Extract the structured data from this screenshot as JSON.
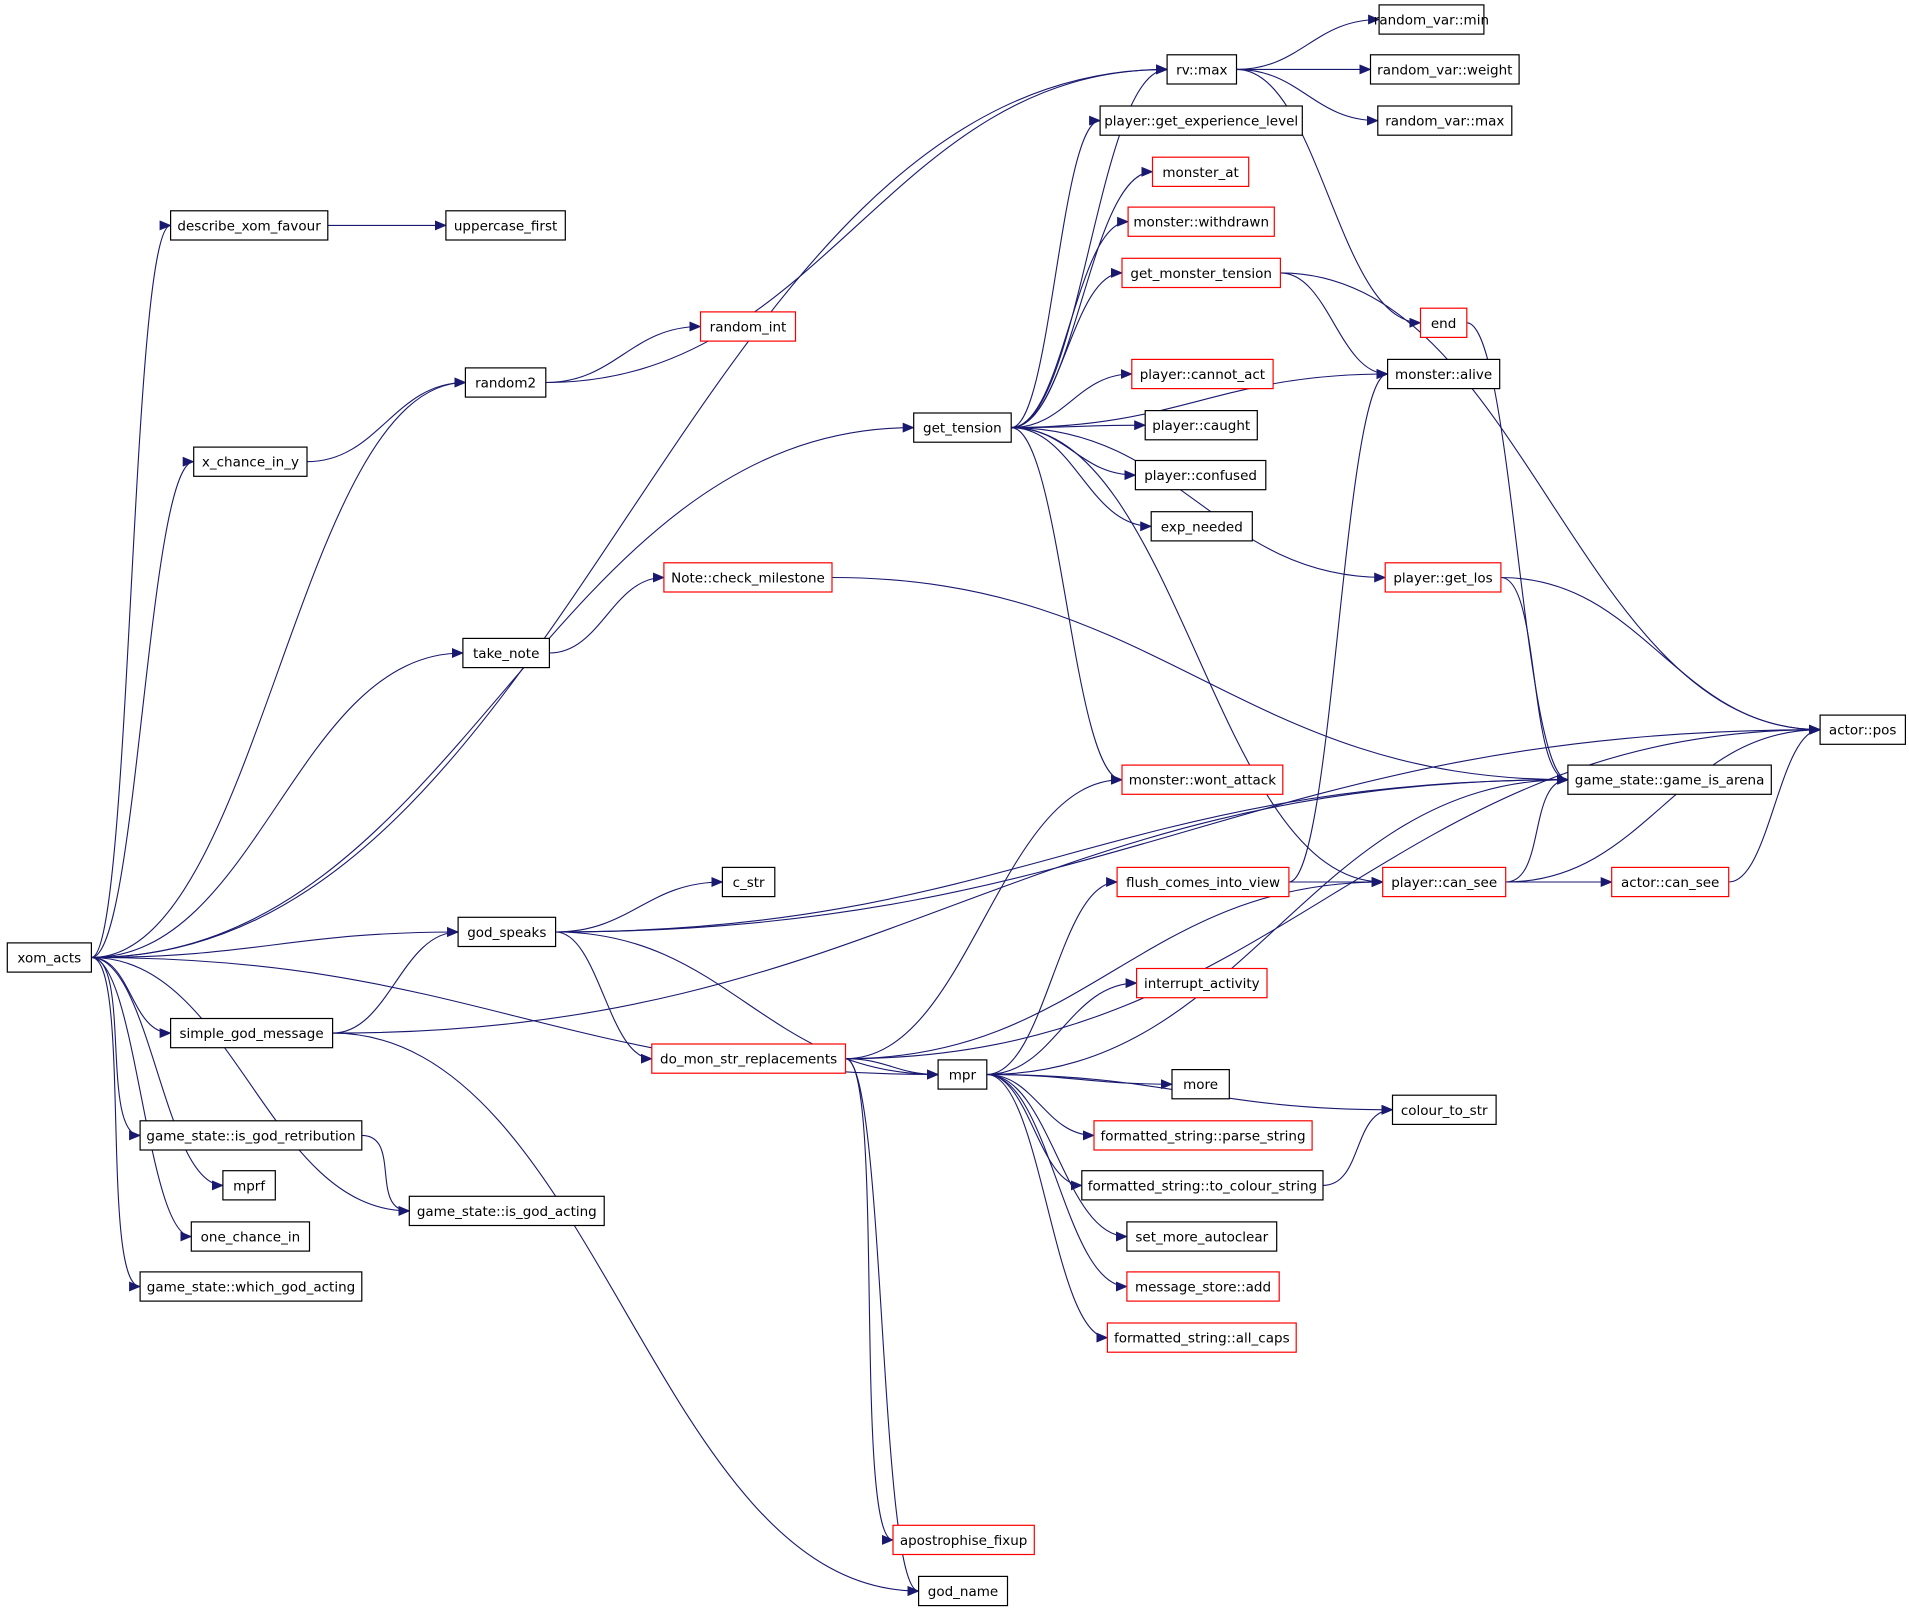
{
  "colors": {
    "edge": "#191970",
    "node_border_black": "#000000",
    "node_border_red": "#ff0000",
    "root_fill": "#bfbfbf"
  },
  "nodes": [
    {
      "id": "xom_acts",
      "label": "xom_acts",
      "border": "black",
      "root": true
    },
    {
      "id": "describe_xom_favour",
      "label": "describe_xom_favour",
      "border": "black"
    },
    {
      "id": "uppercase_first",
      "label": "uppercase_first",
      "border": "black"
    },
    {
      "id": "random2",
      "label": "random2",
      "border": "black"
    },
    {
      "id": "random_int",
      "label": "random_int",
      "border": "red"
    },
    {
      "id": "x_chance_in_y",
      "label": "x_chance_in_y",
      "border": "black"
    },
    {
      "id": "get_tension",
      "label": "get_tension",
      "border": "black"
    },
    {
      "id": "rv_max",
      "label": "rv::max",
      "border": "black"
    },
    {
      "id": "random_var_min",
      "label": "random_var::min",
      "border": "black"
    },
    {
      "id": "random_var_weight",
      "label": "random_var::weight",
      "border": "black"
    },
    {
      "id": "random_var_max",
      "label": "random_var::max",
      "border": "black"
    },
    {
      "id": "get_experience_level",
      "label": "player::get_experience_level",
      "border": "black"
    },
    {
      "id": "monster_at",
      "label": "monster_at",
      "border": "red"
    },
    {
      "id": "monster_withdrawn",
      "label": "monster::withdrawn",
      "border": "red"
    },
    {
      "id": "get_monster_tension",
      "label": "get_monster_tension",
      "border": "red"
    },
    {
      "id": "end",
      "label": "end",
      "border": "red"
    },
    {
      "id": "monster_alive",
      "label": "monster::alive",
      "border": "black"
    },
    {
      "id": "player_cannot_act",
      "label": "player::cannot_act",
      "border": "red"
    },
    {
      "id": "player_caught",
      "label": "player::caught",
      "border": "black"
    },
    {
      "id": "player_confused",
      "label": "player::confused",
      "border": "black"
    },
    {
      "id": "exp_needed",
      "label": "exp_needed",
      "border": "black"
    },
    {
      "id": "player_get_los",
      "label": "player::get_los",
      "border": "red"
    },
    {
      "id": "actor_pos",
      "label": "actor::pos",
      "border": "black"
    },
    {
      "id": "game_is_arena",
      "label": "game_state::game_is_arena",
      "border": "black"
    },
    {
      "id": "check_milestone",
      "label": "Note::check_milestone",
      "border": "red"
    },
    {
      "id": "take_note",
      "label": "take_note",
      "border": "black"
    },
    {
      "id": "monster_wont_attack",
      "label": "monster::wont_attack",
      "border": "red"
    },
    {
      "id": "c_str",
      "label": "c_str",
      "border": "black"
    },
    {
      "id": "god_speaks",
      "label": "god_speaks",
      "border": "black"
    },
    {
      "id": "flush_comes_into_view",
      "label": "flush_comes_into_view",
      "border": "red"
    },
    {
      "id": "player_can_see",
      "label": "player::can_see",
      "border": "red"
    },
    {
      "id": "actor_can_see",
      "label": "actor::can_see",
      "border": "red"
    },
    {
      "id": "interrupt_activity",
      "label": "interrupt_activity",
      "border": "red"
    },
    {
      "id": "simple_god_message",
      "label": "simple_god_message",
      "border": "black"
    },
    {
      "id": "do_mon_str_replacements",
      "label": "do_mon_str_replacements",
      "border": "red"
    },
    {
      "id": "mpr",
      "label": "mpr",
      "border": "black"
    },
    {
      "id": "more",
      "label": "more",
      "border": "black"
    },
    {
      "id": "colour_to_str",
      "label": "colour_to_str",
      "border": "black"
    },
    {
      "id": "parse_string",
      "label": "formatted_string::parse_string",
      "border": "red"
    },
    {
      "id": "is_god_retribution",
      "label": "game_state::is_god_retribution",
      "border": "black"
    },
    {
      "id": "to_colour_string",
      "label": "formatted_string::to_colour_string",
      "border": "black"
    },
    {
      "id": "mprf",
      "label": "mprf",
      "border": "black"
    },
    {
      "id": "is_god_acting",
      "label": "game_state::is_god_acting",
      "border": "black"
    },
    {
      "id": "set_more_autoclear",
      "label": "set_more_autoclear",
      "border": "black"
    },
    {
      "id": "one_chance_in",
      "label": "one_chance_in",
      "border": "black"
    },
    {
      "id": "message_store_add",
      "label": "message_store::add",
      "border": "red"
    },
    {
      "id": "which_god_acting",
      "label": "game_state::which_god_acting",
      "border": "black"
    },
    {
      "id": "all_caps",
      "label": "formatted_string::all_caps",
      "border": "red"
    },
    {
      "id": "apostrophise_fixup",
      "label": "apostrophise_fixup",
      "border": "red"
    },
    {
      "id": "god_name",
      "label": "god_name",
      "border": "black"
    }
  ],
  "edges": [
    [
      "xom_acts",
      "describe_xom_favour"
    ],
    [
      "xom_acts",
      "rv_max"
    ],
    [
      "xom_acts",
      "random2"
    ],
    [
      "xom_acts",
      "x_chance_in_y"
    ],
    [
      "xom_acts",
      "get_tension"
    ],
    [
      "xom_acts",
      "take_note"
    ],
    [
      "xom_acts",
      "god_speaks"
    ],
    [
      "xom_acts",
      "simple_god_message"
    ],
    [
      "xom_acts",
      "mpr"
    ],
    [
      "xom_acts",
      "is_god_retribution"
    ],
    [
      "xom_acts",
      "mprf"
    ],
    [
      "xom_acts",
      "is_god_acting"
    ],
    [
      "xom_acts",
      "one_chance_in"
    ],
    [
      "xom_acts",
      "which_god_acting"
    ],
    [
      "describe_xom_favour",
      "uppercase_first"
    ],
    [
      "random2",
      "random_int"
    ],
    [
      "random2",
      "rv_max"
    ],
    [
      "x_chance_in_y",
      "random2"
    ],
    [
      "get_tension",
      "rv_max"
    ],
    [
      "get_tension",
      "get_experience_level"
    ],
    [
      "get_tension",
      "monster_at"
    ],
    [
      "get_tension",
      "monster_withdrawn"
    ],
    [
      "get_tension",
      "get_monster_tension"
    ],
    [
      "get_tension",
      "monster_alive"
    ],
    [
      "get_tension",
      "player_cannot_act"
    ],
    [
      "get_tension",
      "player_caught"
    ],
    [
      "get_tension",
      "player_confused"
    ],
    [
      "get_tension",
      "exp_needed"
    ],
    [
      "get_tension",
      "player_get_los"
    ],
    [
      "get_tension",
      "monster_wont_attack"
    ],
    [
      "get_tension",
      "player_can_see"
    ],
    [
      "rv_max",
      "random_var_min"
    ],
    [
      "rv_max",
      "random_var_weight"
    ],
    [
      "rv_max",
      "random_var_max"
    ],
    [
      "rv_max",
      "end"
    ],
    [
      "get_monster_tension",
      "monster_alive"
    ],
    [
      "get_monster_tension",
      "actor_pos"
    ],
    [
      "end",
      "game_is_arena"
    ],
    [
      "player_get_los",
      "actor_pos"
    ],
    [
      "player_get_los",
      "game_is_arena"
    ],
    [
      "take_note",
      "check_milestone"
    ],
    [
      "check_milestone",
      "game_is_arena"
    ],
    [
      "god_speaks",
      "actor_pos"
    ],
    [
      "god_speaks",
      "game_is_arena"
    ],
    [
      "god_speaks",
      "c_str"
    ],
    [
      "god_speaks",
      "mpr"
    ],
    [
      "god_speaks",
      "do_mon_str_replacements"
    ],
    [
      "flush_comes_into_view",
      "monster_alive"
    ],
    [
      "flush_comes_into_view",
      "player_can_see"
    ],
    [
      "player_can_see",
      "game_is_arena"
    ],
    [
      "player_can_see",
      "actor_pos"
    ],
    [
      "player_can_see",
      "actor_can_see"
    ],
    [
      "actor_can_see",
      "actor_pos"
    ],
    [
      "simple_god_message",
      "god_speaks"
    ],
    [
      "simple_god_message",
      "god_name"
    ],
    [
      "simple_god_message",
      "game_is_arena"
    ],
    [
      "do_mon_str_replacements",
      "monster_wont_attack"
    ],
    [
      "do_mon_str_replacements",
      "player_can_see"
    ],
    [
      "do_mon_str_replacements",
      "mpr"
    ],
    [
      "do_mon_str_replacements",
      "actor_pos"
    ],
    [
      "do_mon_str_replacements",
      "apostrophise_fixup"
    ],
    [
      "do_mon_str_replacements",
      "god_name"
    ],
    [
      "mpr",
      "flush_comes_into_view"
    ],
    [
      "mpr",
      "interrupt_activity"
    ],
    [
      "mpr",
      "more"
    ],
    [
      "mpr",
      "colour_to_str"
    ],
    [
      "mpr",
      "parse_string"
    ],
    [
      "mpr",
      "to_colour_string"
    ],
    [
      "mpr",
      "set_more_autoclear"
    ],
    [
      "mpr",
      "message_store_add"
    ],
    [
      "mpr",
      "all_caps"
    ],
    [
      "mpr",
      "game_is_arena"
    ],
    [
      "to_colour_string",
      "colour_to_str"
    ],
    [
      "is_god_retribution",
      "is_god_acting"
    ]
  ]
}
